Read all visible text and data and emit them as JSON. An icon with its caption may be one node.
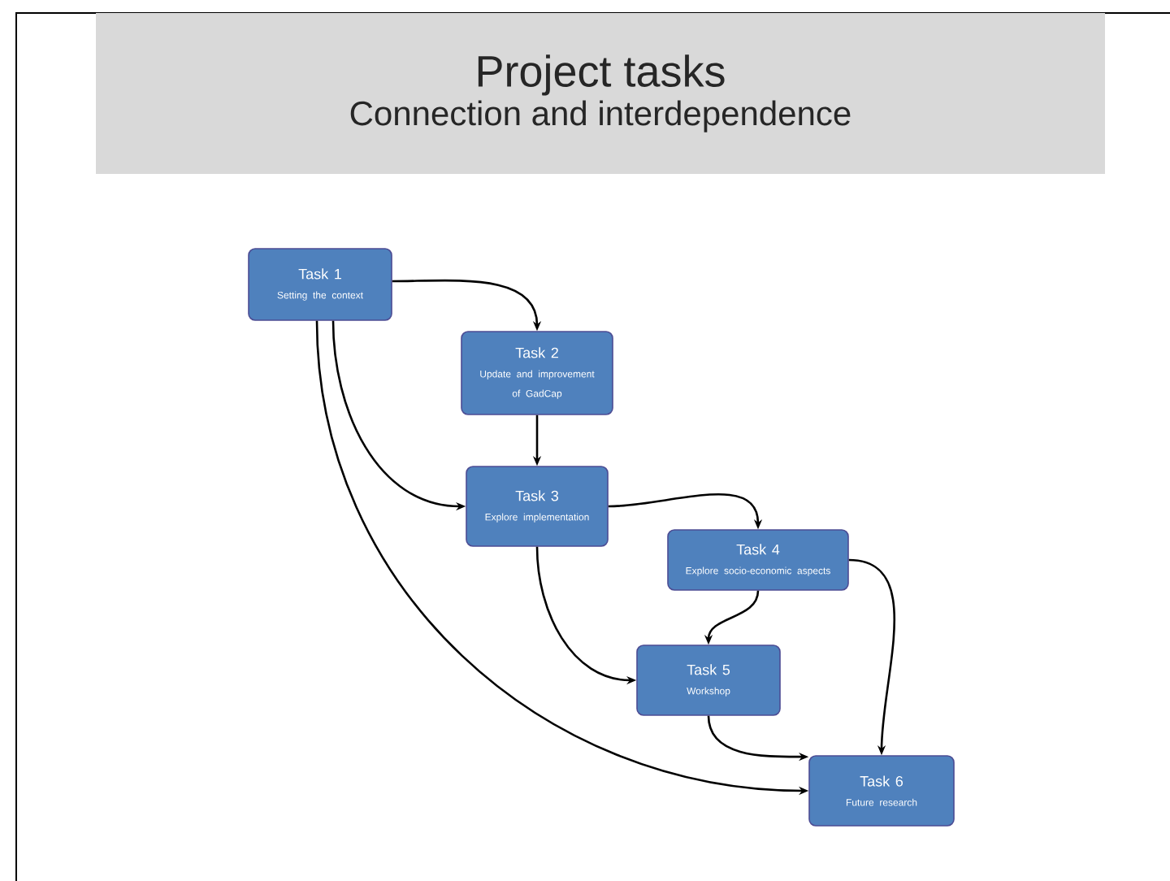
{
  "diagram": {
    "nodes": [
      {
        "text": [
          "Project tasks",
          "Connection and interdependence"
        ]
      },
      {
        "text": [
          "Task 1",
          "Setting the context"
        ]
      },
      {
        "text": [
          "Task 2",
          "Update and improvement of GadCap"
        ]
      },
      {
        "text": [
          "Task 3",
          "Explore implementation"
        ]
      },
      {
        "text": [
          "Task 4",
          "Explore socio-economic aspects"
        ]
      },
      {
        "text": [
          "Task 5",
          "Workshop"
        ]
      },
      {
        "text": [
          "Task 6",
          "Future research"
        ]
      }
    ],
    "edges": [
      {
        "from": 1,
        "to": 2,
        "arrow": "to"
      },
      {
        "from": 1,
        "to": 3,
        "arrow": "to"
      },
      {
        "from": 1,
        "to": 6,
        "arrow": "to"
      },
      {
        "from": 2,
        "to": 3,
        "arrow": "to"
      },
      {
        "from": 3,
        "to": 4,
        "arrow": "to"
      },
      {
        "from": 3,
        "to": 5,
        "arrow": "to"
      },
      {
        "from": 4,
        "to": 5,
        "arrow": "to"
      },
      {
        "from": 4,
        "to": 6,
        "arrow": "to"
      },
      {
        "from": 5,
        "to": 6,
        "arrow": "to"
      }
    ]
  }
}
